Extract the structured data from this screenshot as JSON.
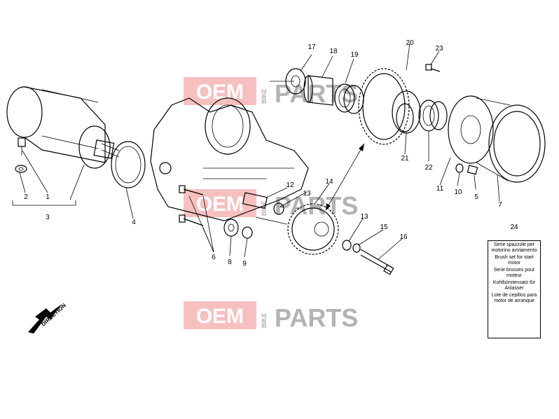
{
  "watermark": {
    "left": "OEM",
    "side": "BIKE",
    "right": "PARTS"
  },
  "callouts": {
    "c1": "1",
    "c2": "2",
    "c3": "3",
    "c4": "4",
    "c5": "5",
    "c6": "6",
    "c7": "7",
    "c8": "8",
    "c9": "9",
    "c10": "10",
    "c11": "11",
    "c12": "12",
    "c13a": "13",
    "c13b": "13",
    "c14": "14",
    "c15": "15",
    "c16": "16",
    "c17": "17",
    "c18": "18",
    "c19": "19",
    "c20": "20",
    "c21": "21",
    "c22": "22",
    "c23": "23",
    "c24": "24"
  },
  "legend": {
    "lines": [
      "Serie spazzole per motorino avviamento",
      "Brush set for start motor",
      "Serie brosses pour moteur",
      "Kohlbürstensatz für Anlasser",
      "Lote de cepillos para motor de arranque"
    ]
  },
  "orientation_label": "DIRECTION",
  "icons": {
    "direction": "arrow-left-down-icon"
  }
}
